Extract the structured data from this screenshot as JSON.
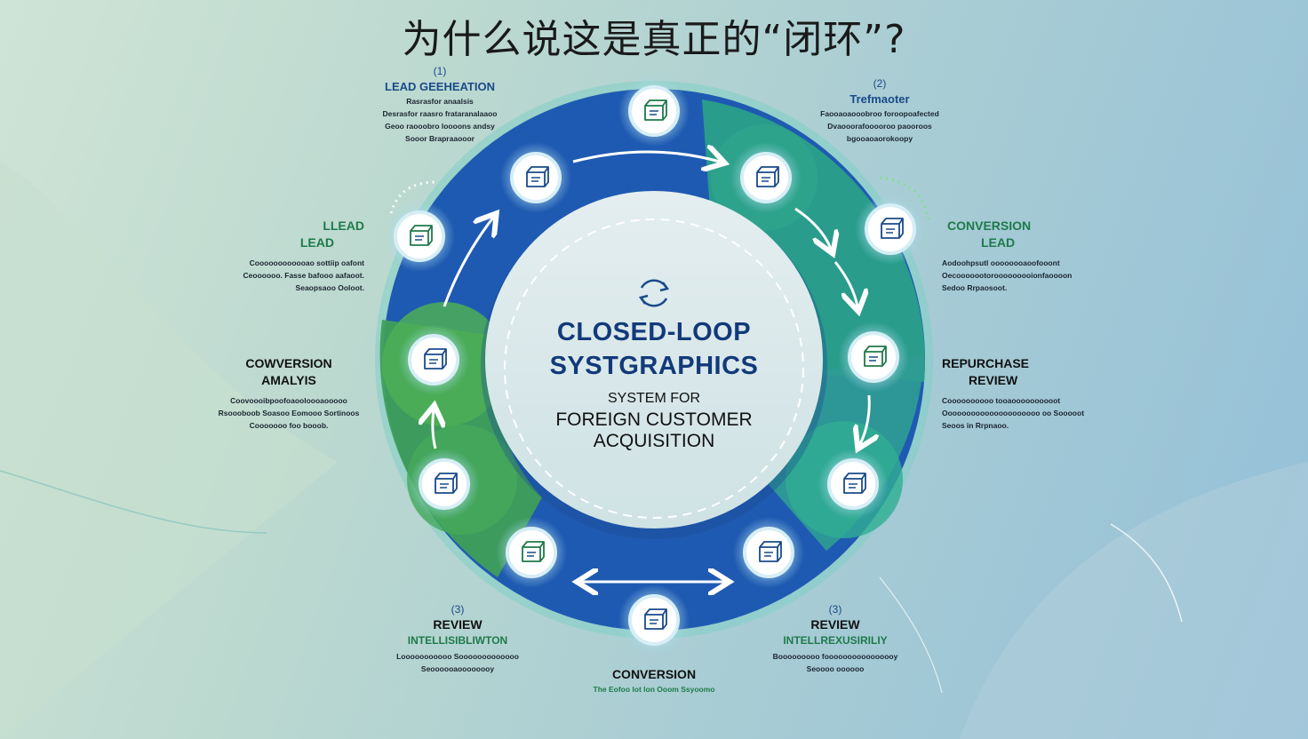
{
  "title": "为什么说这是真正的“闭环”?",
  "center": {
    "title_line1": "CLOSED-LOOP",
    "title_line2": "SYSTGRAPHICS",
    "subtitle": "SYSTEM FOR",
    "subtitle2_line1": "FOREIGN CUSTOMER",
    "subtitle2_line2": "ACQUISITION"
  },
  "labels": {
    "top_left": {
      "num": "(1)",
      "head": "LEAD GEEHEATION",
      "desc": [
        "Rasrasfor anaalsis",
        "Desrasfor raasro frataranalaaoo",
        "Geoo raooobro loooons andsy",
        "Sooor Brapraaooor"
      ]
    },
    "top_right": {
      "num": "(2)",
      "head": "Trefmaoter",
      "desc": [
        "Faooaoaooobroo foroopoafected",
        "Dvaooorafooooroo paooroos",
        "bgooaoaorokoopy"
      ]
    },
    "left_upper": {
      "head_line1": "LLEAD",
      "head_line2": "LEAD",
      "desc": [
        "Coooooooooooao sottiip oafont",
        "Ceoooooo. Fasse bafooo aafaoot.",
        "Seaopsaoo Ooloot."
      ]
    },
    "right_upper": {
      "head_line1": "CONVERSION",
      "head_line2": "LEAD",
      "desc": [
        "Aodoohpsutl oooooooaoofooont",
        "Oecooooootorooooooooionfaoooon",
        "Sedoo Rrpaosoot."
      ]
    },
    "left_middle": {
      "head_line1": "COWVERSION",
      "head_line2": "AMALYIS",
      "desc": [
        "Coovoooibpoofoaooloooaooooo",
        "Rsoooboob Soasoo Eomooo Sortinoos",
        "Cooooooo foo booob."
      ]
    },
    "right_middle": {
      "head_line1": "REPURCHASE",
      "head_line2": "REVIEW",
      "desc": [
        "Coooooooooo tooaoooooooooot",
        "Ooooooooooooooooooooo oo Sooooot",
        "Seoos in Rrpnaoo."
      ]
    },
    "bottom_left": {
      "num": "(3)",
      "head": "REVIEW",
      "head2": "INTELLISIBLIWTON",
      "desc": [
        "Looooooooooo Sooooooooooooo",
        "Seoooooaoooooooy"
      ]
    },
    "bottom_right": {
      "num": "(3)",
      "head": "REVIEW",
      "head2": "INTELLREXUSIRILIY",
      "desc": [
        "Booooooooo foooooooooooooooy",
        "Seoooo oooooo"
      ]
    },
    "bottom_center": {
      "head": "CONVERSION",
      "desc": "The Eofoo lot lon Ooom Ssyoomo"
    }
  },
  "icons": [
    "paint-jar-icon",
    "gift-box-icon",
    "gift-box-icon",
    "package-box-icon",
    "chart-card-icon",
    "gear-puzzle-icon",
    "laptop-box-icon",
    "package-stack-icon",
    "delivery-truck-icon",
    "handshake-icon",
    "store-box-icon",
    "package-box-icon"
  ],
  "colors": {
    "ring_blue": "#1f5ab2",
    "ring_green": "#3f9f5a",
    "ring_teal": "#2aa08a",
    "title_navy": "#123a7a",
    "label_green": "#1e7a4a",
    "label_blue": "#1a4a8a"
  }
}
